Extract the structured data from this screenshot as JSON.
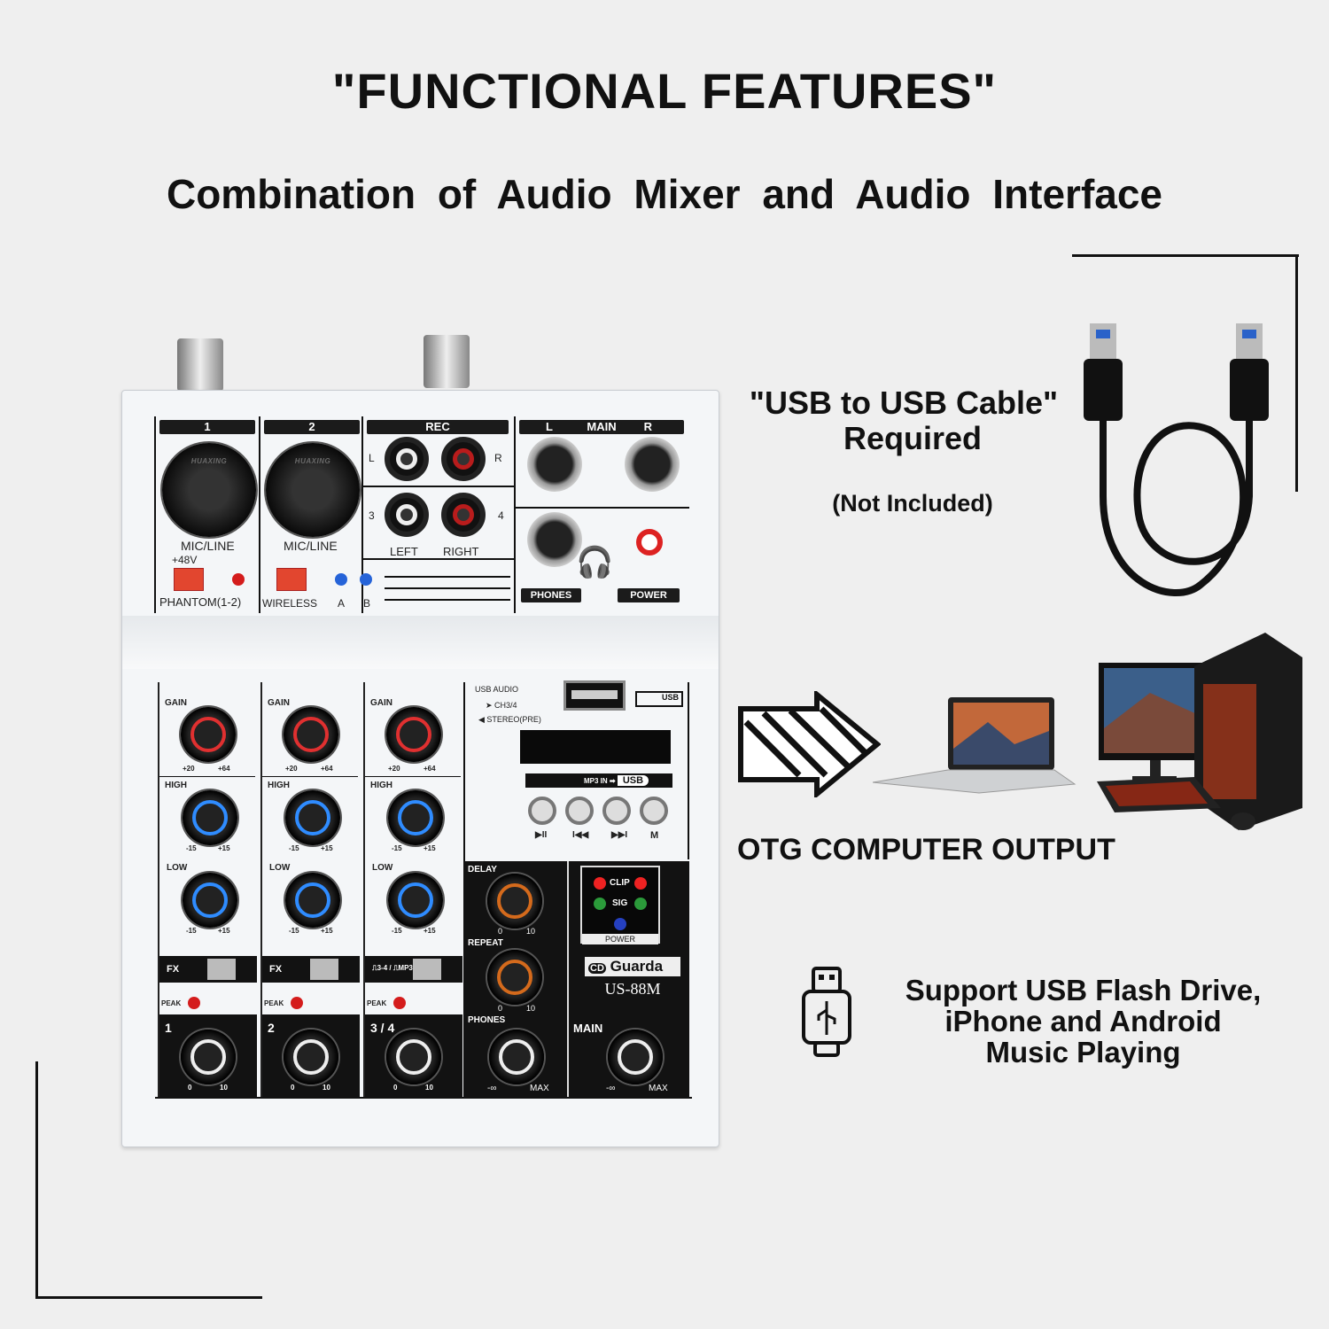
{
  "title": "\"FUNCTIONAL  FEATURES\"",
  "subtitle": "Combination of Audio Mixer and Audio Interface",
  "cable": {
    "line1": "\"USB to USB Cable\"",
    "line2": "Required",
    "note": "(Not Included)"
  },
  "otg": "OTG COMPUTER OUTPUT",
  "support": {
    "line1": "Support USB Flash Drive,",
    "line2": "iPhone and Android",
    "line3": "Music Playing"
  },
  "icons": {
    "usb_drive": "usb-flash-drive-icon",
    "arrow": "arrow-right-icon",
    "headphones": "headphones-icon"
  },
  "mixer": {
    "brand": "Guarda",
    "brand_logo": "CD",
    "model": "US-88M",
    "top": {
      "ch1": "1",
      "ch2": "2",
      "rec": "REC",
      "main": "MAIN",
      "L": "L",
      "R": "R",
      "n3": "3",
      "n4": "4",
      "left": "LEFT",
      "right": "RIGHT",
      "micline1": "MIC/LINE",
      "micline2": "MIC/LINE",
      "phantom_v": "+48V",
      "phantom": "PHANTOM(1-2)",
      "wireless": "WIRELESS",
      "a": "A",
      "b": "B",
      "phones": "PHONES",
      "power": "POWER",
      "xlr_brand": "HUAXING"
    },
    "channels": [
      {
        "gain": "GAIN",
        "gmin": "+20",
        "gmax": "+64",
        "high": "HIGH",
        "low": "LOW",
        "eqmin": "-15",
        "eqmax": "+15",
        "fx": "FX",
        "peak": "PEAK",
        "num": "1",
        "vmin": "0",
        "vmax": "10"
      },
      {
        "gain": "GAIN",
        "gmin": "+20",
        "gmax": "+64",
        "high": "HIGH",
        "low": "LOW",
        "eqmin": "-15",
        "eqmax": "+15",
        "fx": "FX",
        "peak": "PEAK",
        "num": "2",
        "vmin": "0",
        "vmax": "10"
      },
      {
        "gain": "GAIN",
        "gmin": "+20",
        "gmax": "+64",
        "high": "HIGH",
        "low": "LOW",
        "eqmin": "-15",
        "eqmax": "+15",
        "fx": "⎍3-4 / ⎍MP3",
        "peak": "PEAK",
        "num": "3 / 4",
        "vmin": "0",
        "vmax": "10"
      }
    ],
    "usb": {
      "audio": "USB AUDIO",
      "ch34": "CH3/4",
      "stereo": "STEREO(PRE)",
      "usb_badge": "USB",
      "mp3in": "MP3 IN ➡",
      "usb_label": "USB",
      "play": "▶II",
      "prev": "I◀◀",
      "next": "▶▶I",
      "mode": "M"
    },
    "fx": {
      "delay": "DELAY",
      "repeat": "REPEAT",
      "zero": "0",
      "ten": "10",
      "phones": "PHONES",
      "inf": "-∞",
      "max": "MAX"
    },
    "meter": {
      "clip": "CLIP",
      "sig": "SIG",
      "power": "POWER"
    },
    "main": {
      "label": "MAIN",
      "inf": "-∞",
      "max": "MAX"
    }
  }
}
